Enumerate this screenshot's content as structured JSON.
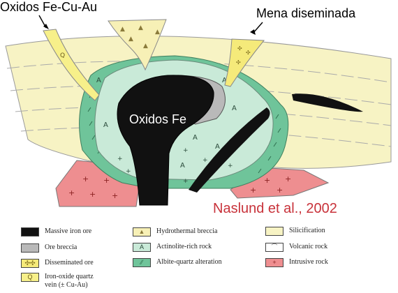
{
  "callouts": {
    "left": "Oxidos Fe-Cu-Au",
    "right": "Mena diseminada"
  },
  "center_label": "Oxidos Fe",
  "citation": "Naslund et al., 2002",
  "legend": [
    {
      "label": "Massive iron ore",
      "color": "#111111",
      "symbol": ""
    },
    {
      "label": "Ore breccia",
      "color": "#b9b9b9",
      "symbol": ""
    },
    {
      "label": "Disseminated ore",
      "color": "#f5ea7a",
      "symbol": "✣✣"
    },
    {
      "label": "Iron-oxide quartz vein (± Cu-Au)",
      "color": "#f7f08a",
      "symbol": "Q"
    },
    {
      "label": "Hydrothermal breccia",
      "color": "#f7f0b6",
      "symbol": "▲"
    },
    {
      "label": "Actinolite-rich rock",
      "color": "#c9ead8",
      "symbol": "A"
    },
    {
      "label": "Albite-quartz alteration",
      "color": "#6fc49a",
      "symbol": "⁄⁄"
    },
    {
      "label": "Silicification",
      "color": "#f7f3c4",
      "symbol": ""
    },
    {
      "label": "Volcanic rock",
      "color": "#ffffff",
      "symbol": "⌒"
    },
    {
      "label": "Intrusive rock",
      "color": "#ee8e90",
      "symbol": "+"
    }
  ],
  "colors": {
    "silicification": "#f7f3c4",
    "actinolite": "#c9ead8",
    "albite": "#6fc49a",
    "intrusive": "#ee8e90",
    "massive_ore": "#111111",
    "ore_breccia": "#b9b9b9",
    "vein": "#f7f08a",
    "citation": "#c8323a"
  }
}
